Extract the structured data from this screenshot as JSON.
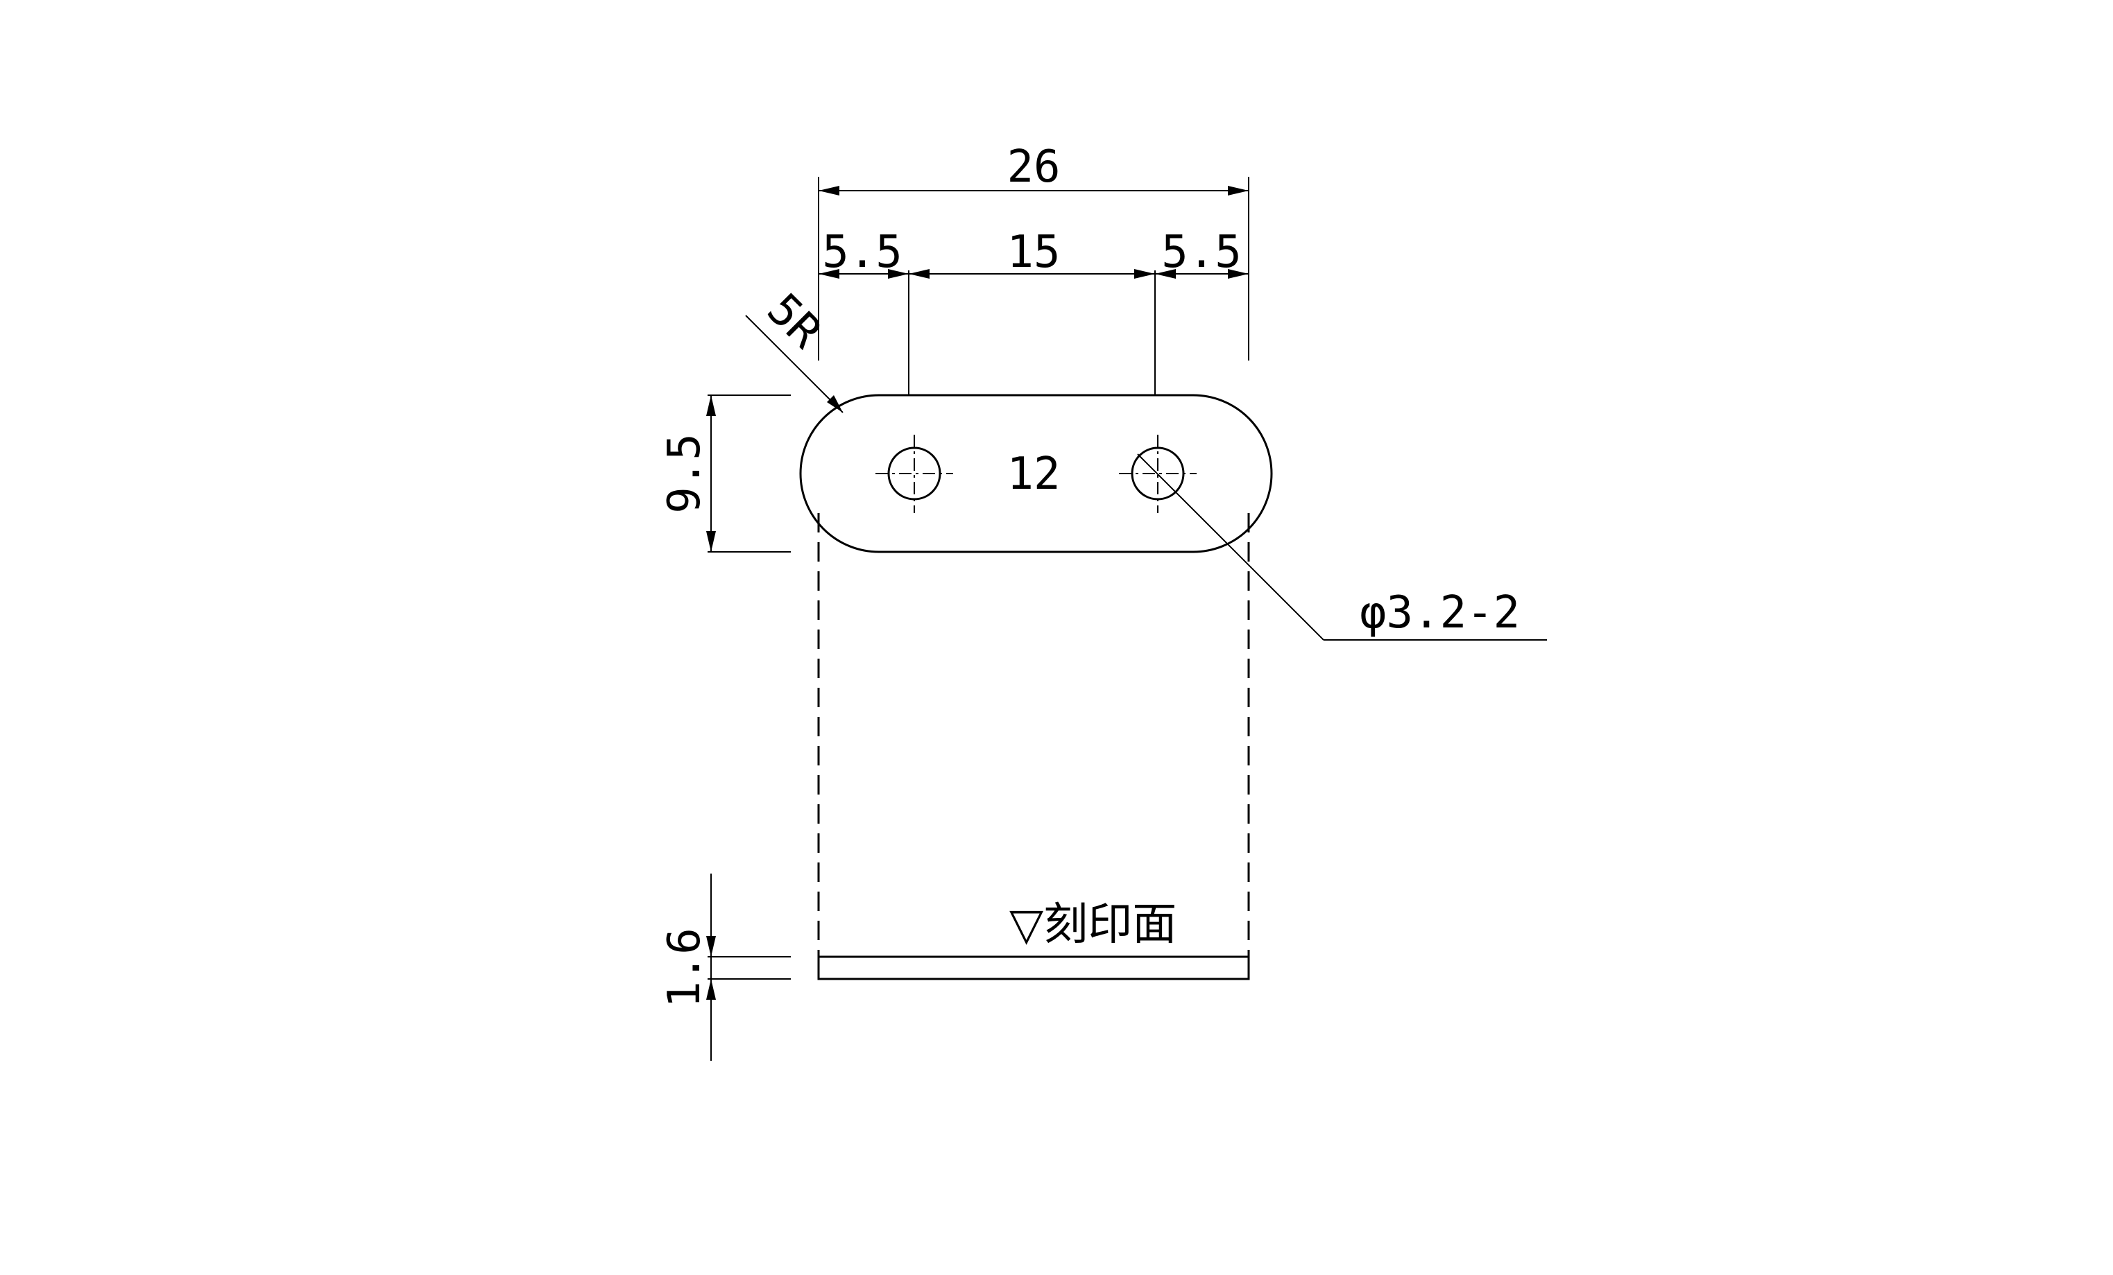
{
  "drawing": {
    "dimensions": {
      "overall_width": "26",
      "left_edge_to_hole": "5.5",
      "hole_pitch": "15",
      "right_edge_to_hole": "5.5",
      "corner_radius": "5R",
      "height": "9.5",
      "thickness": "1.6",
      "part_label": "12"
    },
    "hole_callout": "φ3.2-2",
    "stamp_surface_note": "▽刻印面"
  }
}
